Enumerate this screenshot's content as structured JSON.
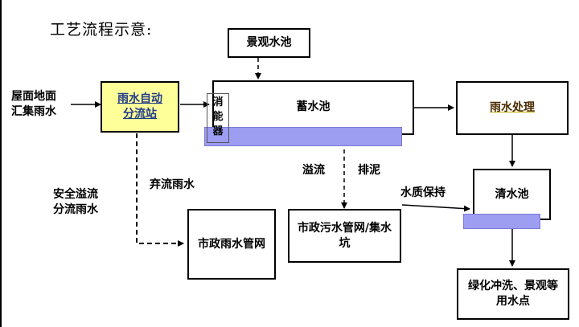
{
  "title": "工艺流程示意:",
  "nodes": {
    "landscape_pool": "景观水池",
    "auto_diverter_line1": "雨水自动",
    "auto_diverter_line2": "分流站",
    "storage_tank": "蓄水池",
    "energy_dissipator_1": "消",
    "energy_dissipator_2": "能",
    "energy_dissipator_3": "器",
    "rain_treatment": "雨水处理",
    "clear_pool": "清水池",
    "municipal_storm": "市政雨水管网",
    "municipal_sewer": "市政污水管网/集水坑",
    "green_use": "绿化冲洗、景观等用水点"
  },
  "labels": {
    "roof_input_line1": "屋面地面",
    "roof_input_line2": "汇集雨水",
    "discarded_rain": "弃流雨水",
    "safety_overflow_line1": "安全溢流",
    "safety_overflow_line2": "分流雨水",
    "overflow": "溢流",
    "drain_mud": "排泥",
    "water_quality": "水质保持"
  },
  "colors": {
    "diverter_fill": "#ffff99",
    "water_band": "#9d9df2",
    "link_text": "#1f3b8a"
  }
}
